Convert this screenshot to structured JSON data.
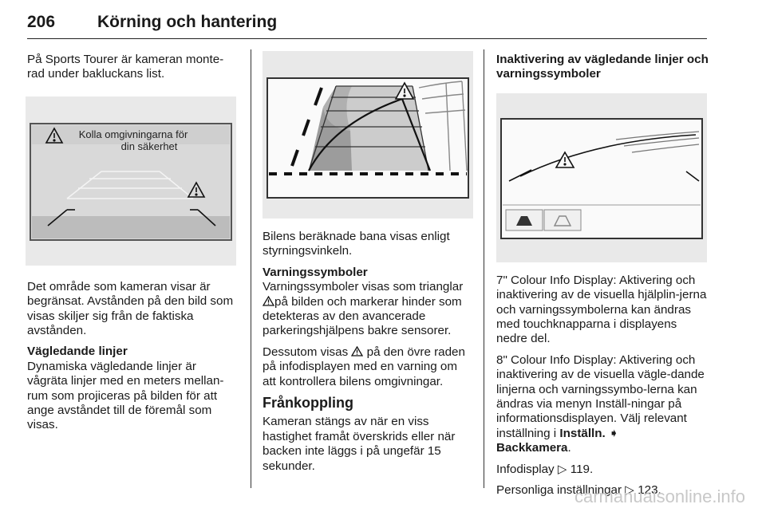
{
  "header": {
    "page_number": "206",
    "title": "Körning och hantering"
  },
  "col1": {
    "intro": "På Sports Tourer är kameran monte-rad under bakluckans list.",
    "figure_text_line1": "Kolla omgivningarna för",
    "figure_text_line2": "din säkerhet",
    "p1": "Det område som kameran visar är begränsat. Avstånden på den bild som visas skiljer sig från de faktiska avstånden.",
    "h1": "Vägledande linjer",
    "p2": "Dynamiska vägledande linjer är vågräta linjer med en meters mellan-rum som projiceras på bilden för att ange avståndet till de föremål som visas."
  },
  "col2": {
    "p1": "Bilens beräknade bana visas enligt styrningsvinkeln.",
    "h1": "Varningssymboler",
    "p2a": "Varningssymboler visas som trianglar",
    "p2b": "på bilden och markerar hinder som detekteras av den avancerade parkeringshjälpens bakre sensorer.",
    "p3a": "Dessutom visas",
    "p3b": "på den övre raden på infodisplayen med en varning om att kontrollera bilens omgivningar.",
    "h2": "Frånkoppling",
    "p4": "Kameran stängs av när en viss hastighet framåt överskrids eller när backen inte läggs i på ungefär 15 sekunder."
  },
  "col3": {
    "h1": "Inaktivering av vägledande linjer och varningssymboler",
    "p1": "7\" Colour Info Display: Aktivering och inaktivering av de visuella hjälplin-jerna och varningssymbolerna kan ändras med touchknapparna i displayens nedre del.",
    "p2a": "8\" Colour Info Display: Aktivering och inaktivering av de visuella vägle-dande linjerna och varningssymbo-lerna kan ändras via menyn Inställ-ningar på informationsdisplayen. Välj relevant inställning i",
    "p2b": "Inställn.",
    "p2c": "Backkamera",
    "p2d": ".",
    "p3a": "Infodisplay",
    "p3b": "119.",
    "p4a": "Personliga inställningar",
    "p4b": "123."
  },
  "watermark": "carmanualsonline.info"
}
